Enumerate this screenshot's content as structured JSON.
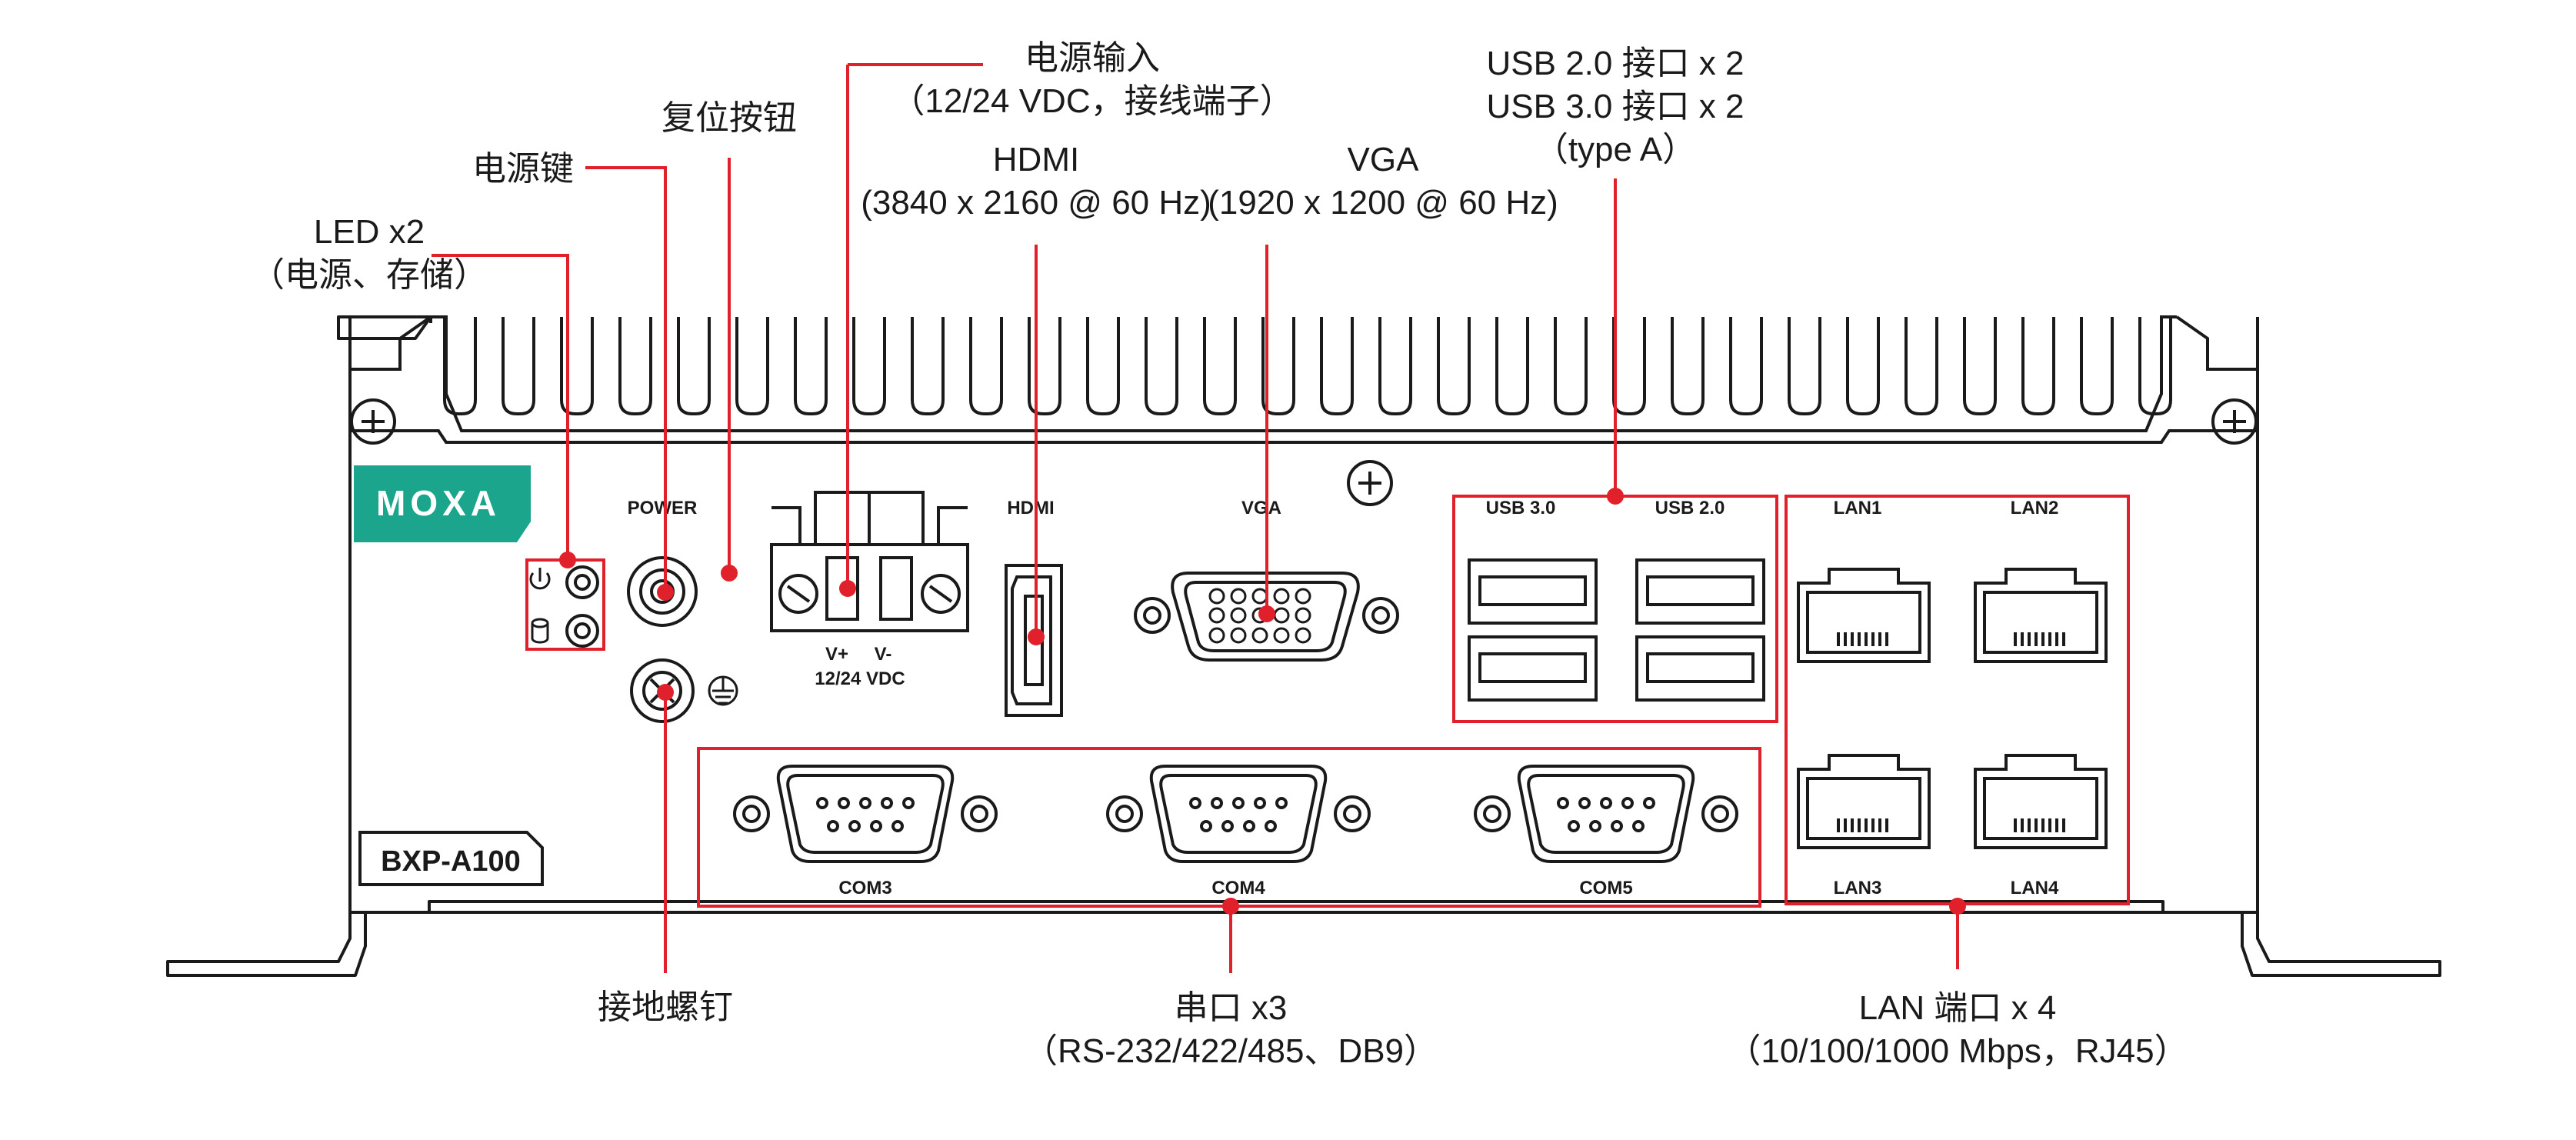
{
  "colors": {
    "device_outline": "#1a1a1a",
    "device_fill": "#ffffff",
    "callout_red": "#e0202a",
    "brand_teal": "#1aa58c",
    "text": "#1a1a1a"
  },
  "device": {
    "brand": "MOXA",
    "model": "BXP-A100",
    "panel_labels": {
      "power": "POWER",
      "v_plus": "V+",
      "v_minus": "V-",
      "vdc": "12/24 VDC",
      "hdmi": "HDMI",
      "vga": "VGA",
      "usb30": "USB 3.0",
      "usb20": "USB 2.0",
      "lan1": "LAN1",
      "lan2": "LAN2",
      "lan3": "LAN3",
      "lan4": "LAN4",
      "com3": "COM3",
      "com4": "COM4",
      "com5": "COM5"
    },
    "icons": [
      "power-symbol-icon",
      "storage-icon",
      "ground-icon",
      "screw-icon"
    ]
  },
  "callouts": {
    "led": {
      "line1": "LED x2",
      "line2": "（电源、存储）"
    },
    "power_key": {
      "line1": "电源键"
    },
    "reset": {
      "line1": "复位按钮"
    },
    "power_input": {
      "line1": "电源输入",
      "line2": "（12/24 VDC，接线端子）"
    },
    "hdmi": {
      "line1": "HDMI",
      "line2": "(3840 x 2160 @ 60 Hz)"
    },
    "vga": {
      "line1": "VGA",
      "line2": "(1920 x 1200 @ 60 Hz)"
    },
    "usb": {
      "line1": "USB 2.0 接口 x 2",
      "line2": "USB 3.0 接口 x 2",
      "line3": "（type A）"
    },
    "ground": {
      "line1": "接地螺钉"
    },
    "serial": {
      "line1": "串口 x3",
      "line2": "（RS-232/422/485、DB9）"
    },
    "lan": {
      "line1": "LAN 端口 x 4",
      "line2": "（10/100/1000 Mbps，RJ45）"
    }
  }
}
